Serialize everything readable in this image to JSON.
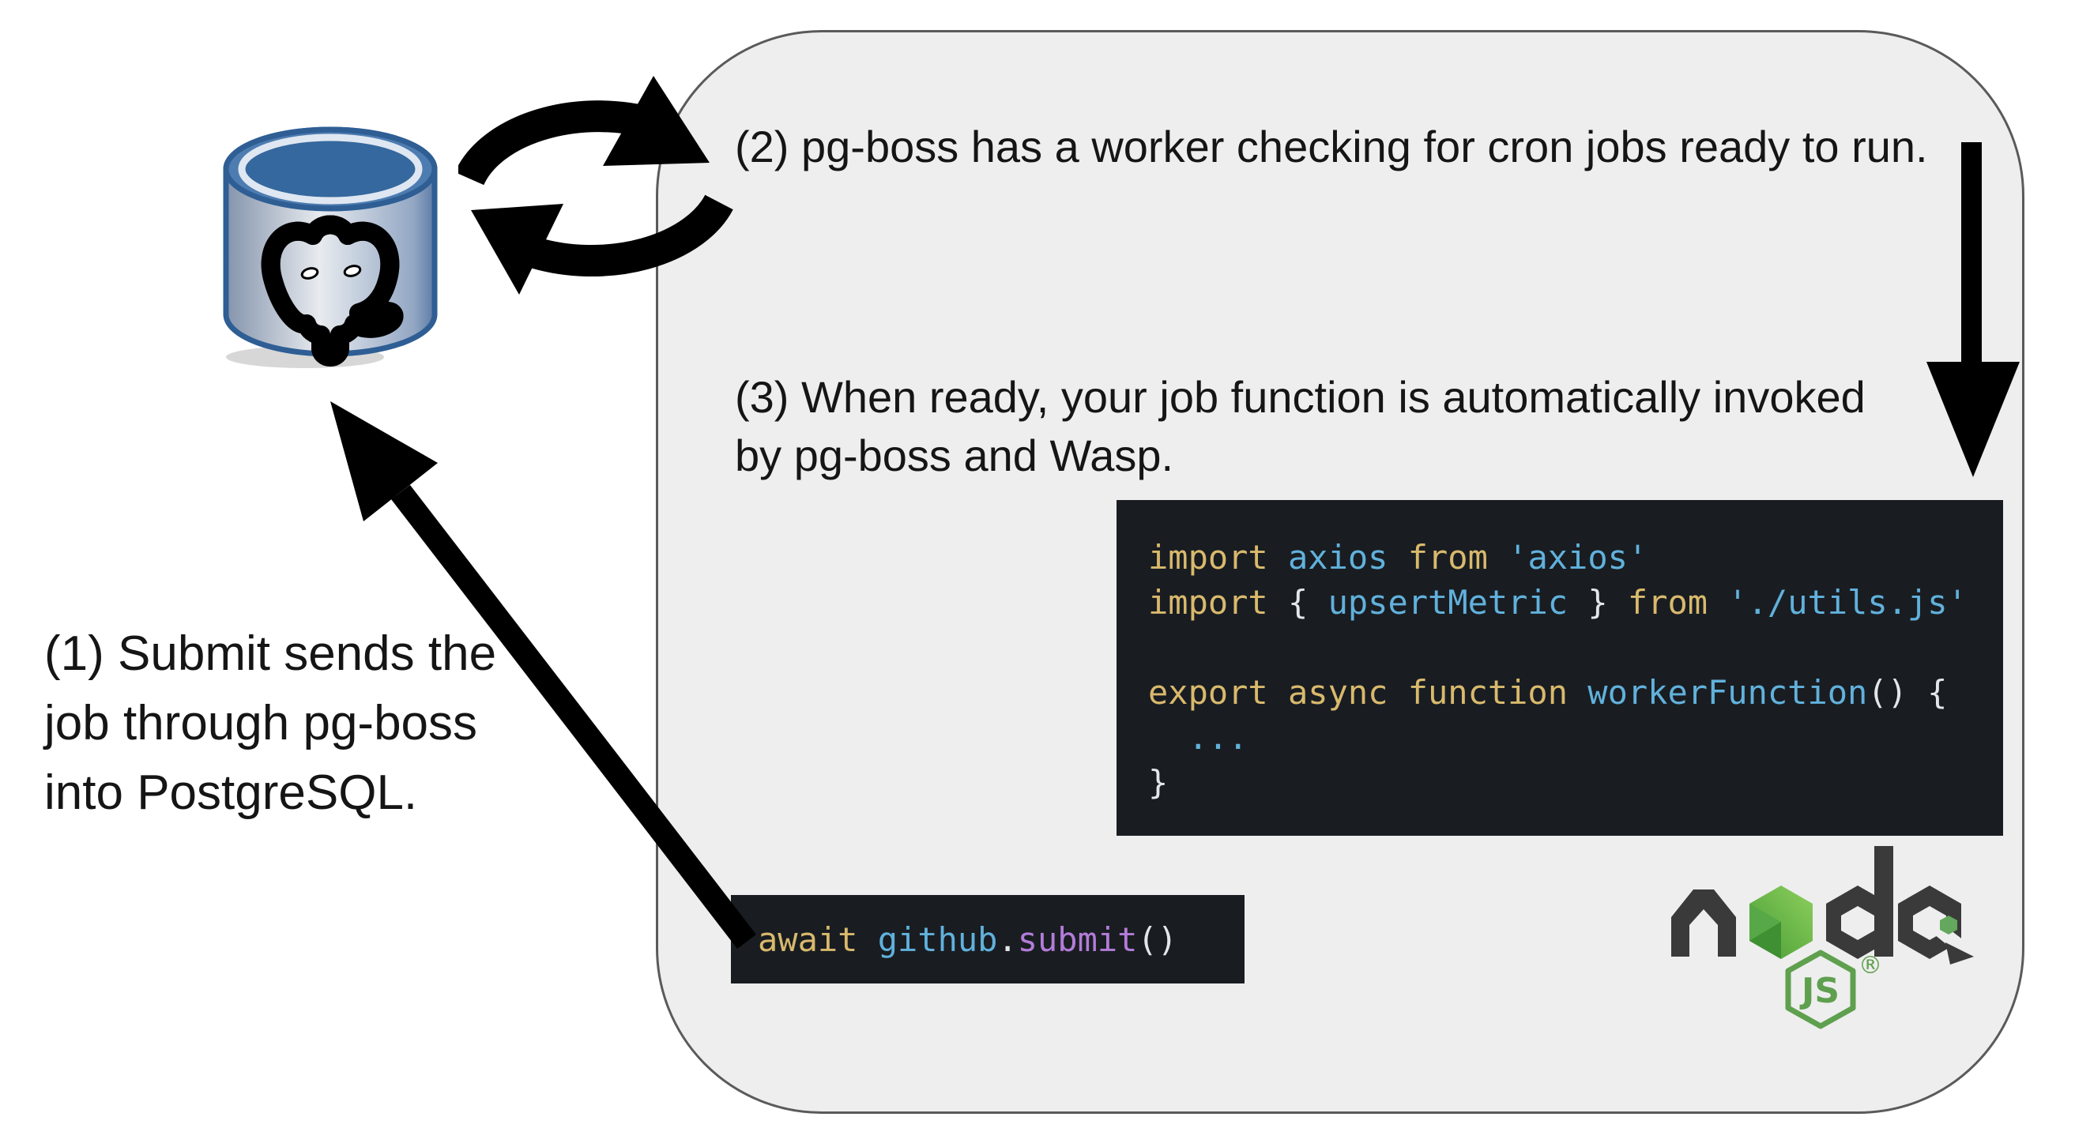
{
  "diagram": {
    "background": "#ffffff",
    "container_fill": "#eeeeee",
    "container_border": "#5a5a5a",
    "arrow_color": "#000000",
    "text_color": "#151515"
  },
  "steps": {
    "step1": [
      "(1) Submit sends the",
      "job through pg-boss",
      "into PostgreSQL."
    ],
    "step2": [
      "(2) pg-boss has a worker checking for cron jobs ready to run."
    ],
    "step3": [
      "(3) When ready, your job function is automatically invoked",
      "by pg-boss and Wasp."
    ]
  },
  "code_palette": {
    "k": "#d9b96c",
    "i": "#61b1dc",
    "s": "#61b1dc",
    "p": "#e3e6ea",
    "m": "#b37cd9",
    "d": "#d8d8d8",
    "background": "#191d22"
  },
  "worker_code": {
    "lines": [
      [
        {
          "t": "import ",
          "c": "k"
        },
        {
          "t": "axios ",
          "c": "i"
        },
        {
          "t": "from ",
          "c": "k"
        },
        {
          "t": "'axios'",
          "c": "s"
        }
      ],
      [
        {
          "t": "import ",
          "c": "k"
        },
        {
          "t": "{ ",
          "c": "p"
        },
        {
          "t": "upsertMetric ",
          "c": "i"
        },
        {
          "t": "} ",
          "c": "p"
        },
        {
          "t": "from ",
          "c": "k"
        },
        {
          "t": "'./utils.js'",
          "c": "s"
        }
      ],
      [],
      [
        {
          "t": "export async function ",
          "c": "k"
        },
        {
          "t": "workerFunction",
          "c": "i"
        },
        {
          "t": "() {",
          "c": "p"
        }
      ],
      [
        {
          "t": "  ...",
          "c": "i"
        }
      ],
      [
        {
          "t": "}",
          "c": "p"
        }
      ]
    ]
  },
  "submit_code": {
    "lines": [
      [
        {
          "t": "await ",
          "c": "k"
        },
        {
          "t": "github",
          "c": "i"
        },
        {
          "t": ".",
          "c": "p"
        },
        {
          "t": "submit",
          "c": "m"
        },
        {
          "t": "()",
          "c": "p"
        }
      ]
    ]
  },
  "logos": {
    "postgresql": {
      "icon": "postgresql-elephant-database-icon",
      "blue": "#35689e",
      "outline": "#2e5e94"
    },
    "nodejs": {
      "icon": "nodejs-logo",
      "word": "node",
      "js_label": "JS",
      "registered_mark": "®",
      "letter_color": "#3a3a3a",
      "green": "#5fa04e"
    }
  },
  "icons": {
    "cycle": "sync-cycle-arrows-icon",
    "down": "arrow-down-icon",
    "diagonal": "arrow-up-left-icon"
  }
}
